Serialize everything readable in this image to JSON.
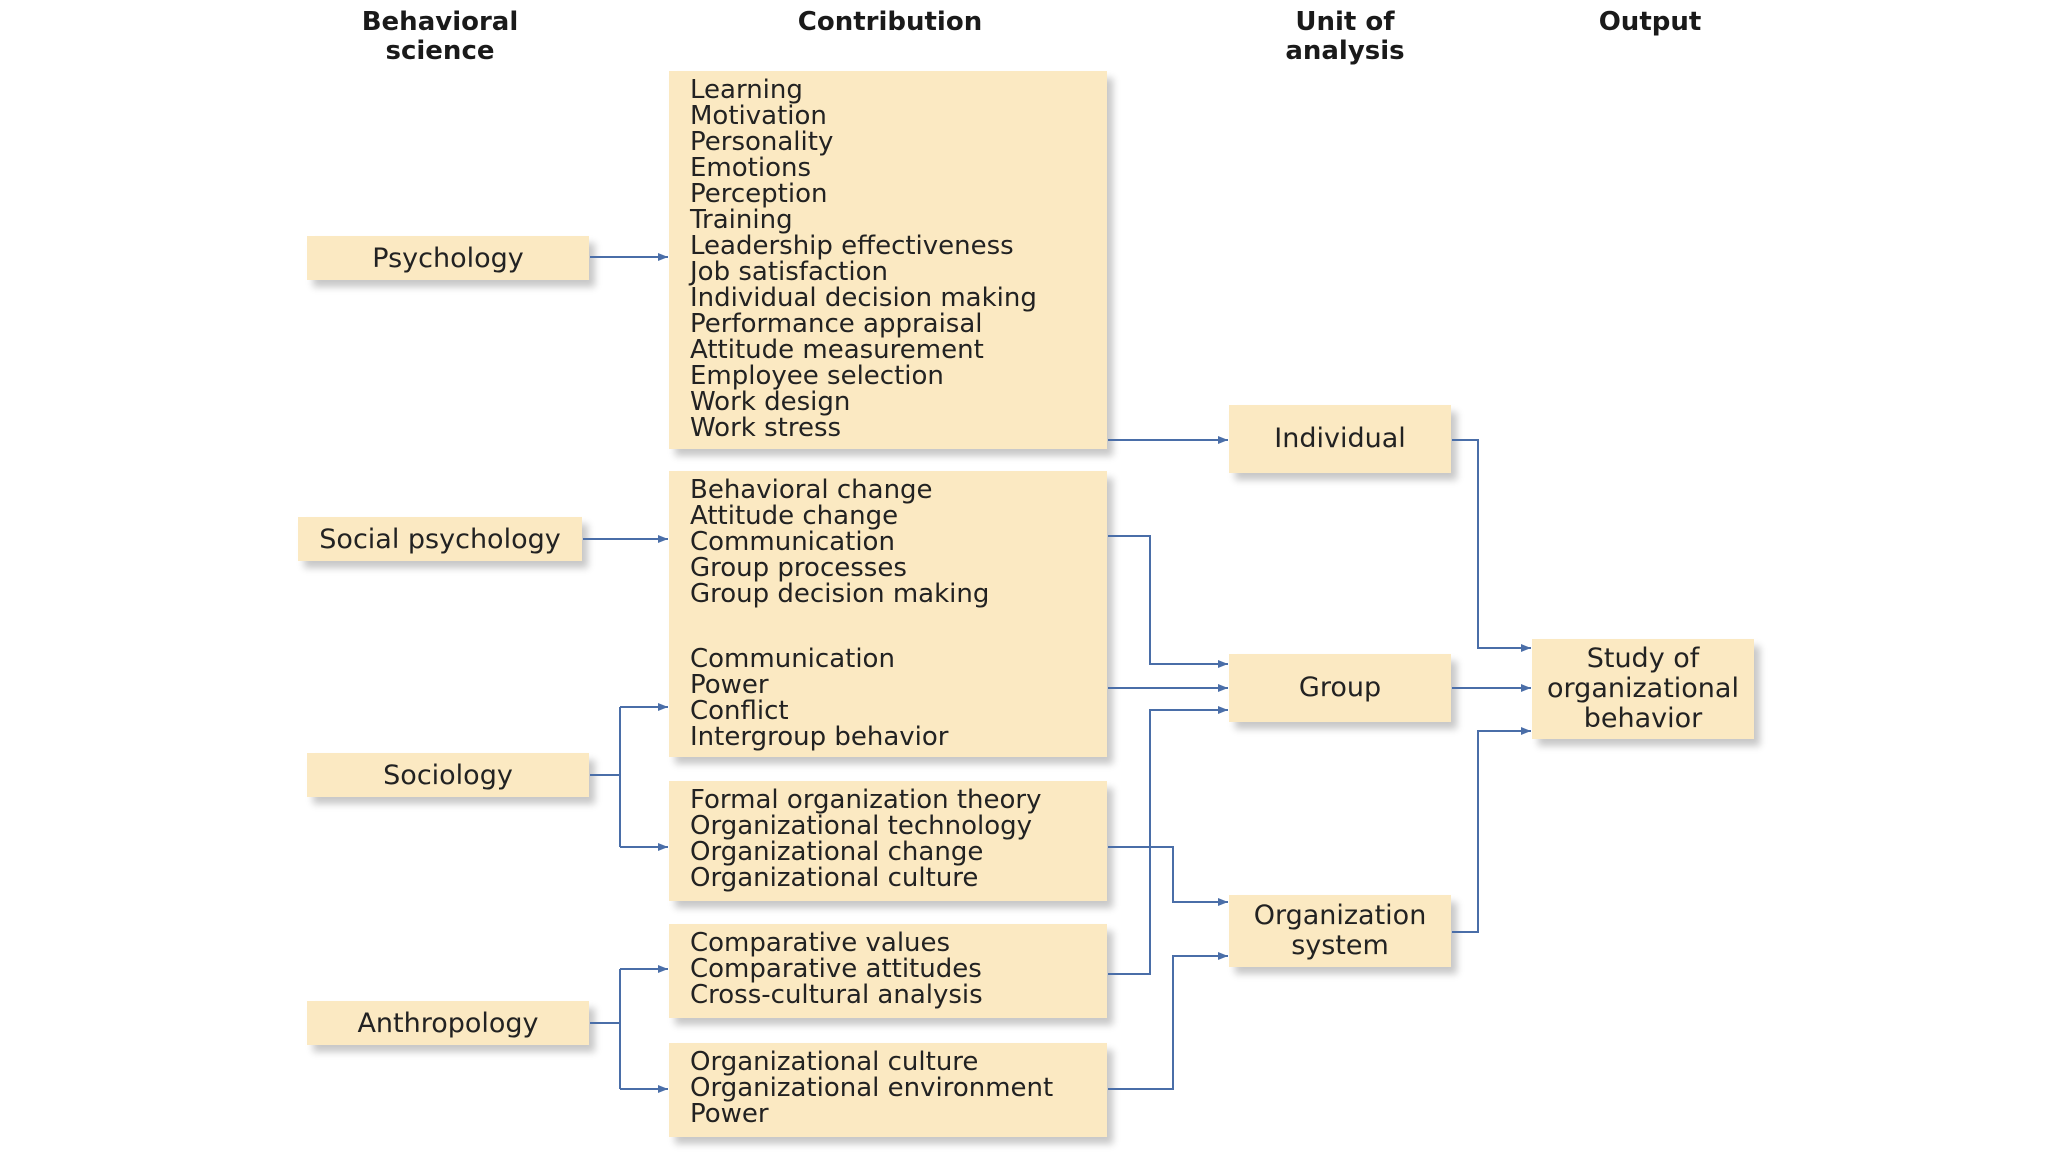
{
  "headers": {
    "behavioral_science": "Behavioral\nscience",
    "contribution": "Contribution",
    "unit_of_analysis": "Unit of\nanalysis",
    "output": "Output"
  },
  "sciences": {
    "psychology": "Psychology",
    "social_psychology": "Social psychology",
    "sociology": "Sociology",
    "anthropology": "Anthropology"
  },
  "contributions": {
    "psychology": [
      "Learning",
      "Motivation",
      "Personality",
      "Emotions",
      "Perception",
      "Training",
      "Leadership effectiveness",
      "Job satisfaction",
      "Individual decision making",
      "Performance appraisal",
      "Attitude measurement",
      "Employee selection",
      "Work design",
      "Work stress"
    ],
    "social_psychology": [
      "Behavioral change",
      "Attitude change",
      "Communication",
      "Group processes",
      "Group decision making"
    ],
    "sociology_group": [
      "Communication",
      "Power",
      "Conflict",
      "Intergroup behavior"
    ],
    "sociology_org": [
      "Formal organization theory",
      "Organizational technology",
      "Organizational change",
      "Organizational culture"
    ],
    "anthropology_comparative": [
      "Comparative values",
      "Comparative attitudes",
      "Cross-cultural analysis"
    ],
    "anthropology_org": [
      "Organizational culture",
      "Organizational environment",
      "Power"
    ]
  },
  "units": {
    "individual": "Individual",
    "group": "Group",
    "organization": "Organization\nsystem"
  },
  "output": "Study of\norganizational\nbehavior",
  "colors": {
    "box_fill": "#fbe9c2",
    "connector": "#4a6ea8",
    "text": "#222222"
  }
}
